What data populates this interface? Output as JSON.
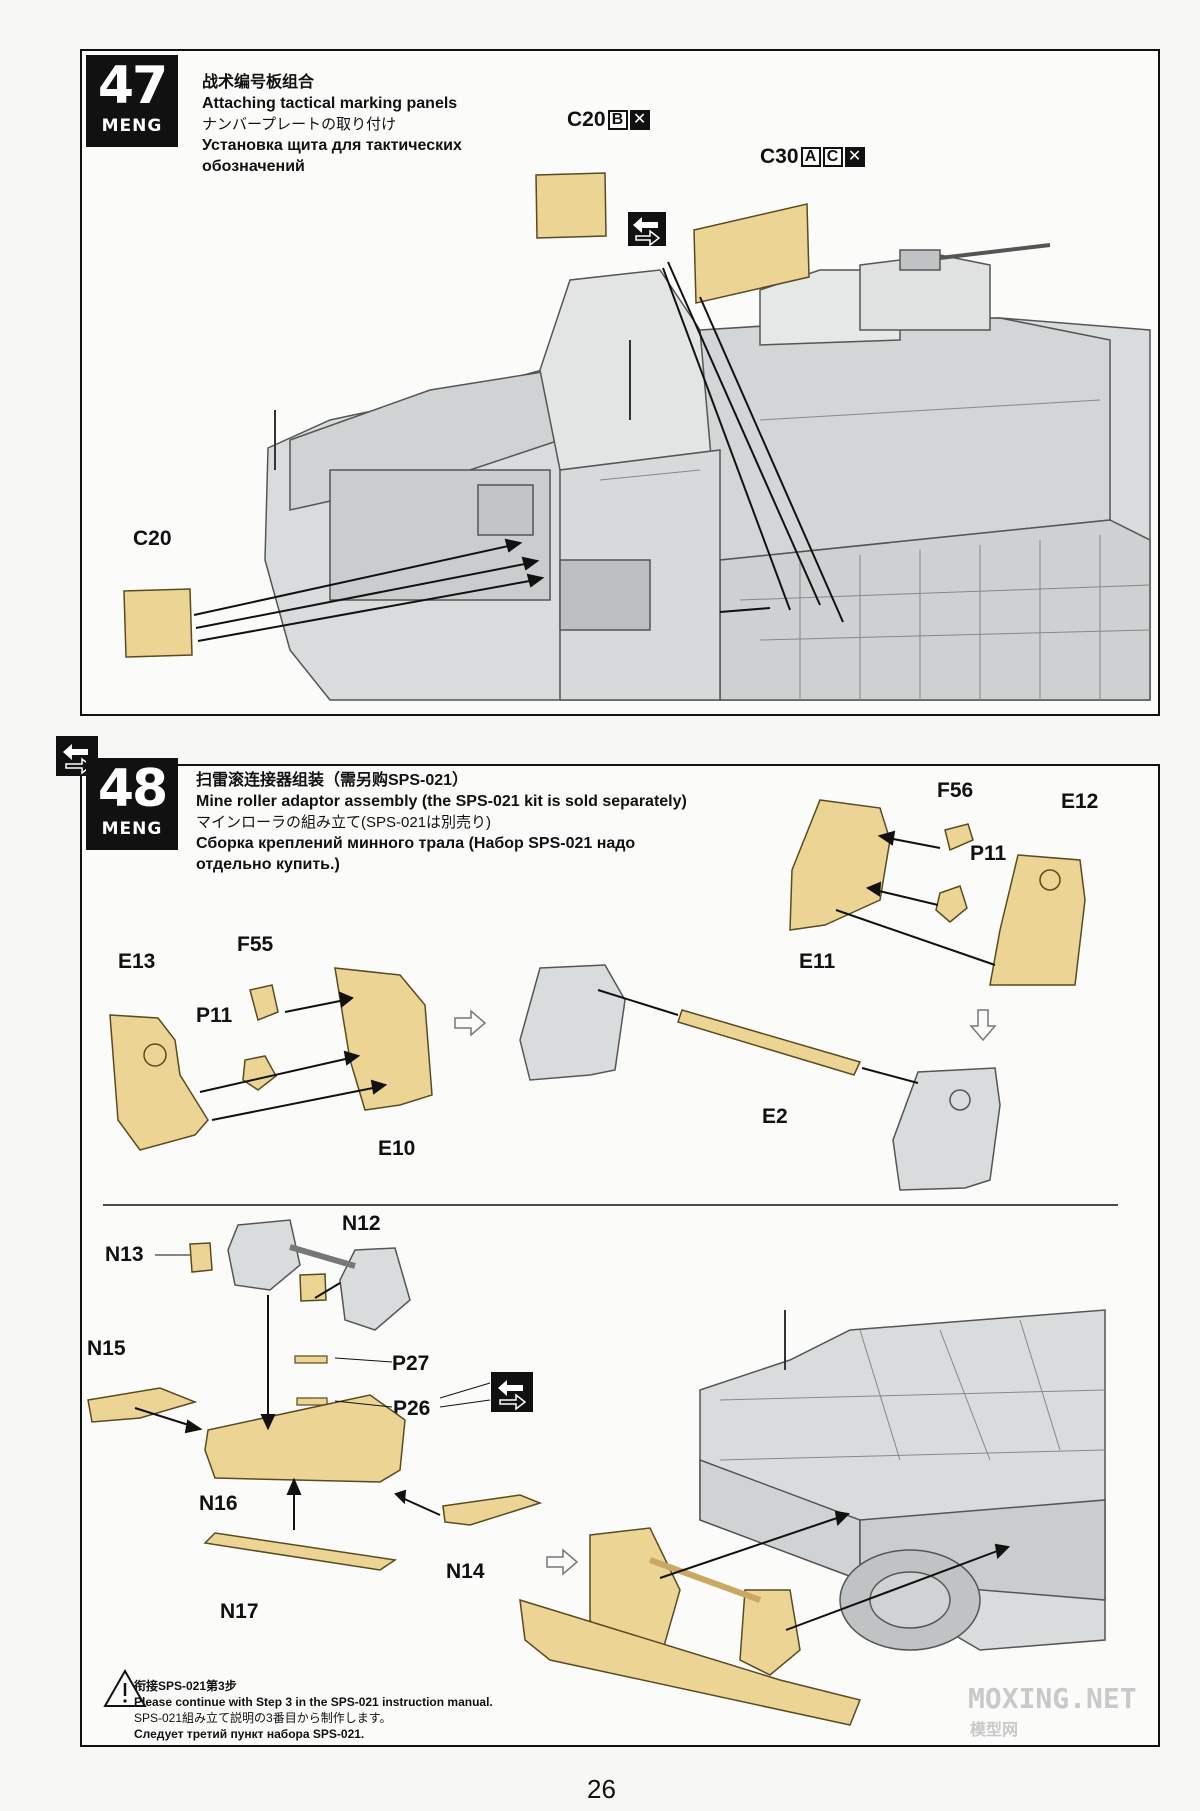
{
  "brand": "MENG",
  "step47": {
    "number": "47",
    "title_zh": "战术编号板组合",
    "title_en": "Attaching tactical marking panels",
    "title_ja": "ナンバープレートの取り付け",
    "title_ru_1": "Установка щита для тактических",
    "title_ru_2": "обозначений",
    "parts": {
      "c20_top": "C20",
      "c20_top_codes": [
        "B"
      ],
      "c30": "C30",
      "c30_codes": [
        "A",
        "C"
      ],
      "c20_side": "C20"
    }
  },
  "step48": {
    "number": "48",
    "title_zh": "扫雷滚连接器组装（需另购SPS-021）",
    "title_en": "Mine roller adaptor assembly (the SPS-021 kit is sold separately)",
    "title_ja": "マインローラの組み立て(SPS-021は別売り)",
    "title_ru_1": "Сборка креплений минного трала (Набор SPS-021 надо",
    "title_ru_2": "отдельно купить.)",
    "labels": {
      "f56": "F56",
      "e12": "E12",
      "p11_right": "P11",
      "e11": "E11",
      "e13": "E13",
      "f55": "F55",
      "p11_left": "P11",
      "e10": "E10",
      "e2": "E2",
      "n13": "N13",
      "n12": "N12",
      "n15": "N15",
      "p27": "P27",
      "p26": "P26",
      "n16": "N16",
      "n14": "N14",
      "n17": "N17"
    },
    "note": {
      "zh": "衔接SPS-021第3步",
      "en": "Please continue with Step 3 in the SPS-021 instruction manual.",
      "ja": "SPS-021組み立て説明の3番目から制作します。",
      "ru": "Следует третий пункт набора SPS-021."
    }
  },
  "page_number": "26",
  "watermark": {
    "main": "MOXING.NET",
    "sub": "模型网"
  },
  "colors": {
    "part_yellow": "#ecd594",
    "part_stroke": "#5a4a20",
    "vehicle_grey": "#d9dcdc",
    "vehicle_stroke": "#555555",
    "ink": "#111111"
  },
  "icons": [
    "swap-alternative-icon",
    "warning-icon",
    "hollow-arrow-icon"
  ]
}
